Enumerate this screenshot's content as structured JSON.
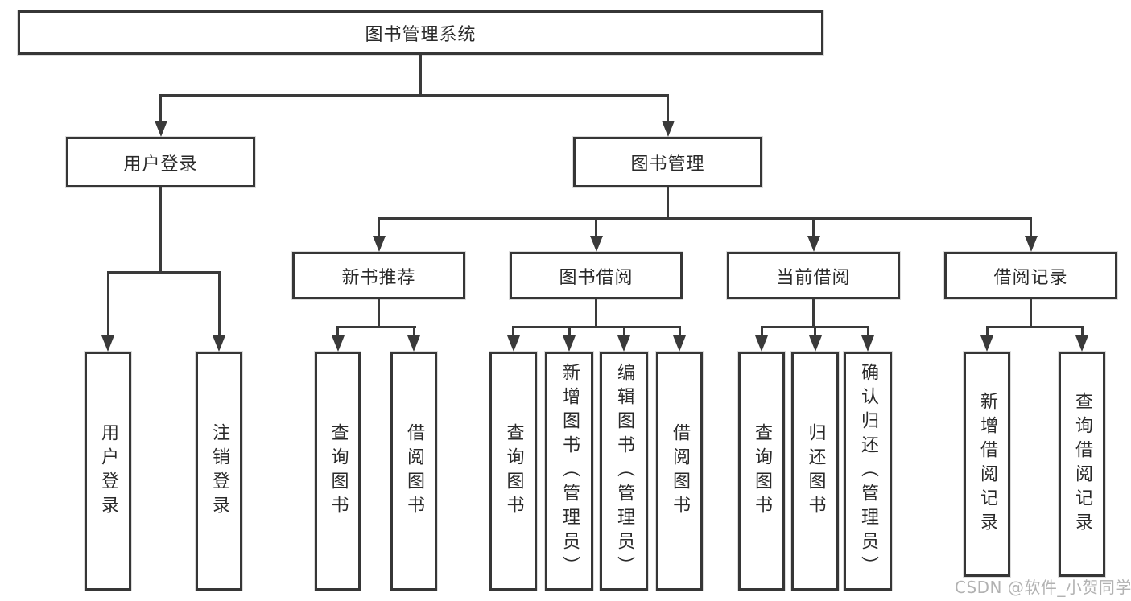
{
  "watermark": {
    "text": "CSDN @软件_小贺同学"
  },
  "colors": {
    "background": "#ffffff",
    "box_border": "#363636",
    "connector_line": "#3a3a3a",
    "text": "#2a2a2a",
    "watermark_text": "#a5a5a5"
  },
  "tree": {
    "root": {
      "label": "图书管理系统",
      "children": [
        {
          "label": "用户登录",
          "children": [
            {
              "label": "用户登录"
            },
            {
              "label": "注销登录"
            }
          ]
        },
        {
          "label": "图书管理",
          "children": [
            {
              "label": "新书推荐",
              "children": [
                {
                  "label": "查询图书"
                },
                {
                  "label": "借阅图书"
                }
              ]
            },
            {
              "label": "图书借阅",
              "children": [
                {
                  "label": "查询图书"
                },
                {
                  "label": "新增图书（管理员）"
                },
                {
                  "label": "编辑图书（管理员）"
                },
                {
                  "label": "借阅图书"
                }
              ]
            },
            {
              "label": "当前借阅",
              "children": [
                {
                  "label": "查询图书"
                },
                {
                  "label": "归还图书"
                },
                {
                  "label": "确认归还（管理员）"
                }
              ]
            },
            {
              "label": "借阅记录",
              "children": [
                {
                  "label": "新增借阅记录"
                },
                {
                  "label": "查询借阅记录"
                }
              ]
            }
          ]
        }
      ]
    }
  }
}
